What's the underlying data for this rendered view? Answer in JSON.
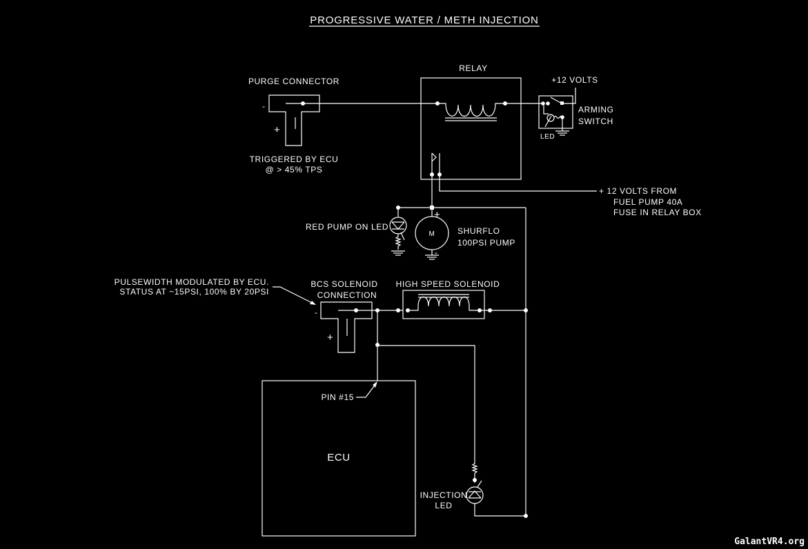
{
  "title": "PROGRESSIVE WATER / METH INJECTION",
  "colors": {
    "background": "#000000",
    "line": "#ffffff"
  },
  "purge_connector": {
    "label": "PURGE CONNECTOR",
    "minus": "-",
    "plus": "+",
    "note_line1": "TRIGGERED BY ECU",
    "note_line2": "@ > 45% TPS"
  },
  "relay": {
    "label": "RELAY"
  },
  "arming_switch": {
    "supply_label": "+12 VOLTS",
    "label_line1": "ARMING",
    "label_line2": "SWITCH",
    "led_label": "LED"
  },
  "fuel_pump_supply": {
    "line1": "+ 12 VOLTS FROM",
    "line2": "FUEL PUMP 40A",
    "line3": "FUSE IN RELAY BOX"
  },
  "pump_led": {
    "label": "RED PUMP ON LED"
  },
  "pump": {
    "motor_symbol": "M",
    "plus": "+",
    "minus": "-",
    "label_line1": "SHURFLO",
    "label_line2": "100PSI PUMP"
  },
  "bcs_note": {
    "line1": "PULSEWIDTH MODULATED BY ECU.",
    "line2": "STATUS AT ~15PSI, 100% BY 20PSI"
  },
  "bcs_connector": {
    "label_line1": "BCS SOLENOID",
    "label_line2": "CONNECTION",
    "minus": "-",
    "plus": "+"
  },
  "high_speed_solenoid": {
    "label": "HIGH SPEED SOLENOID"
  },
  "ecu": {
    "label": "ECU",
    "pin_label": "PIN #15"
  },
  "injection_led": {
    "label_line1": "INJECTION",
    "label_line2": "LED"
  },
  "watermark": "GalantVR4.org"
}
